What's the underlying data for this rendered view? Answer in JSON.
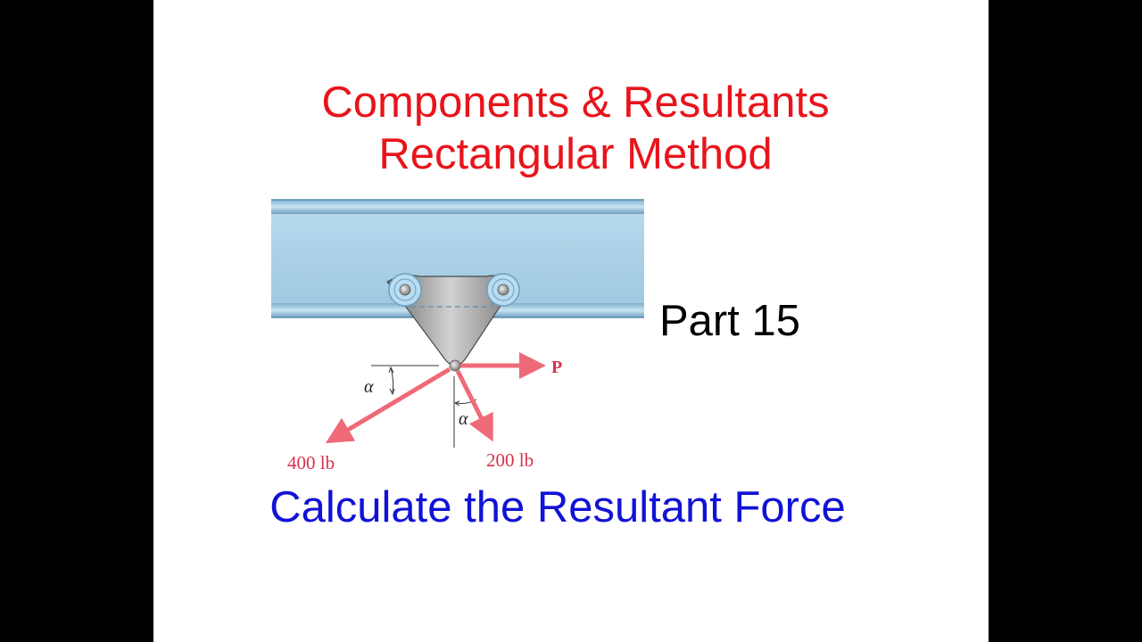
{
  "title": {
    "line1": "Components & Resultants",
    "line2": "Rectangular Method"
  },
  "part_label": "Part 15",
  "subtitle": "Calculate the Resultant Force",
  "diagram": {
    "force_p_label": "P",
    "force_400_label": "400 lb",
    "force_200_label": "200 lb",
    "angle_label_left": "α",
    "angle_label_right": "α"
  },
  "colors": {
    "title": "#e8141b",
    "subtitle": "#1212d6",
    "force_arrow": "#ef6a78",
    "force_label": "#d9304f",
    "beam": "#a9cfe6"
  }
}
